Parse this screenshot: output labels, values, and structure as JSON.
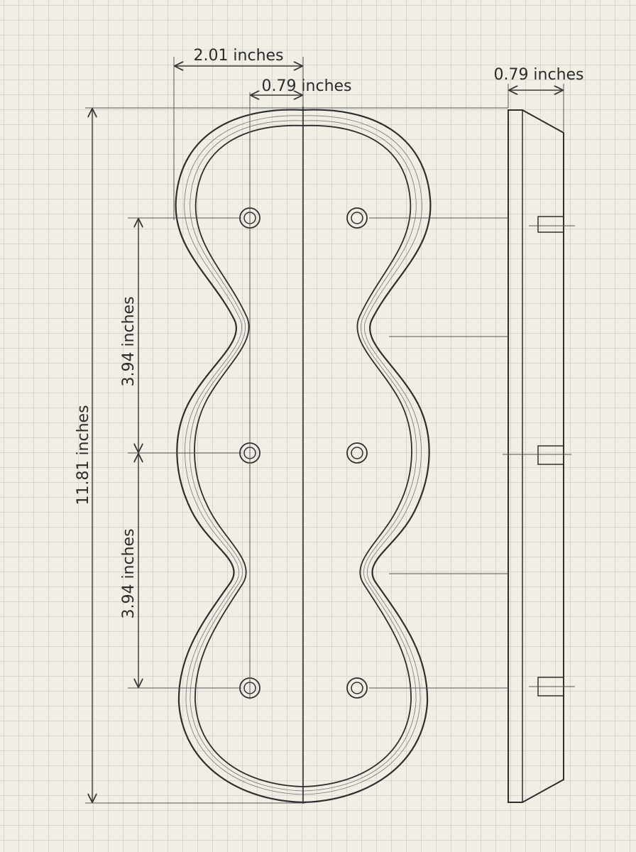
{
  "dimensions": {
    "overall_width": "2.01 inches",
    "half_width": "0.79 inches",
    "side_depth": "0.79 inches",
    "overall_height": "11.81 inches",
    "hole_spacing_upper": "3.94 inches",
    "hole_spacing_lower": "3.94 inches"
  }
}
